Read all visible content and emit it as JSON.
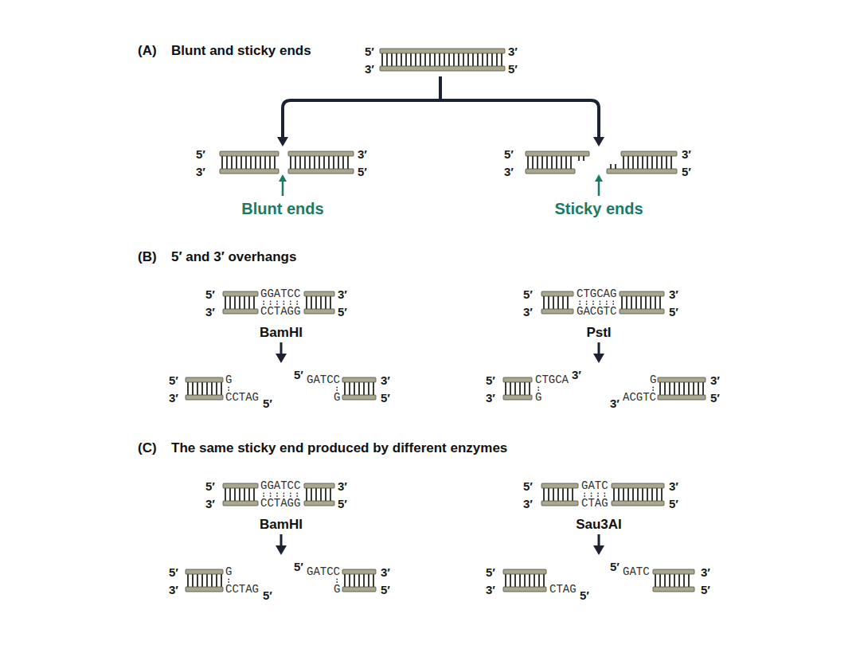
{
  "diagram": {
    "labels": [
      "(A)",
      "Blunt and sticky ends",
      "5′",
      "3′",
      "3′",
      "5′",
      "5′",
      "3′",
      "3′",
      "5′",
      "Blunt ends",
      "5′",
      "3′",
      "3′",
      "5′",
      "Sticky ends",
      "(B)",
      "5′ and 3′ overhangs",
      "5′",
      "3′",
      "GGATCC",
      "CCTAGG",
      "3′",
      "5′",
      "BamHI",
      "5′",
      "3′",
      "G",
      "CCTAG",
      "5′",
      "5′",
      "GATCC",
      "G",
      "3′",
      "5′",
      "5′",
      "3′",
      "CTGCAG",
      "GACGTC",
      "3′",
      "5′",
      "PstI",
      "5′",
      "3′",
      "CTGCA",
      "3′",
      "G",
      "G",
      "3′",
      "3′",
      "ACGTC",
      "5′",
      "(C)",
      "The same sticky end produced by different enzymes",
      "5′",
      "3′",
      "GGATCC",
      "CCTAGG",
      "3′",
      "5′",
      "BamHI",
      "5′",
      "3′",
      "G",
      "CCTAG",
      "5′",
      "5′",
      "GATCC",
      "G",
      "3′",
      "5′",
      "5′",
      "3′",
      "GATC",
      "CTAG",
      "3′",
      "5′",
      "Sau3AI",
      "5′",
      "3′",
      "CTAG",
      "5′",
      "5′",
      "GATC",
      "3′",
      "5′"
    ]
  }
}
